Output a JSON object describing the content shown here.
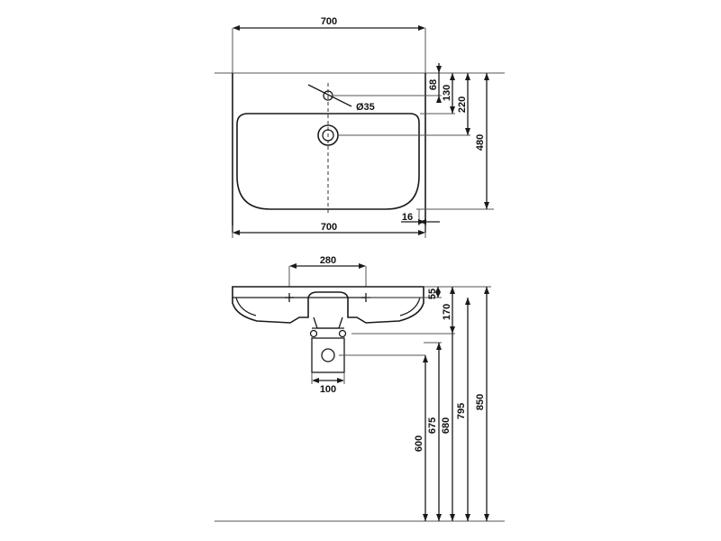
{
  "top_view": {
    "overall_width": "700",
    "bottom_width": "700",
    "tap_hole_offset": "68",
    "tap_to_drain": "130",
    "drain_depth": "220",
    "overall_depth": "480",
    "tap_hole_diameter": "Ø35",
    "rim_thickness": "16"
  },
  "side_view": {
    "bracket_spacing": "280",
    "bracket_width": "100",
    "rim_height": "55",
    "bowl_height": "170",
    "dim_600": "600",
    "dim_675": "675",
    "dim_680": "680",
    "dim_795": "795",
    "dim_850": "850"
  }
}
